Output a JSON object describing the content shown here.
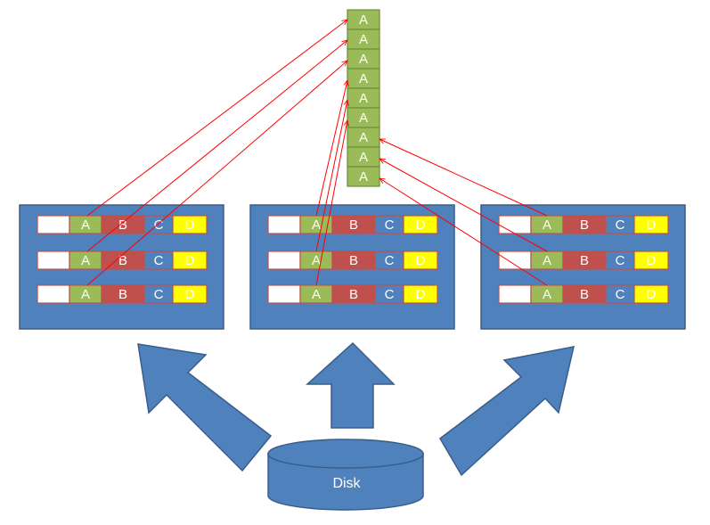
{
  "colors": {
    "page": "#ffffff",
    "block_fill": "#4f81bd",
    "block_stroke": "#385d8a",
    "a_fill": "#9bbb59",
    "b_fill": "#c0504d",
    "c_fill": "#4f81bd",
    "d_fill": "#ffff00",
    "row_border": "#c0504d",
    "arrow_line": "#ff0000",
    "text_light": "#ffffff"
  },
  "column_cells": [
    "A",
    "A",
    "A",
    "A",
    "A",
    "A",
    "A",
    "A",
    "A"
  ],
  "row_cells": {
    "a": "A",
    "b": "B",
    "c": "C",
    "d": "D"
  },
  "disk_label": "Disk"
}
